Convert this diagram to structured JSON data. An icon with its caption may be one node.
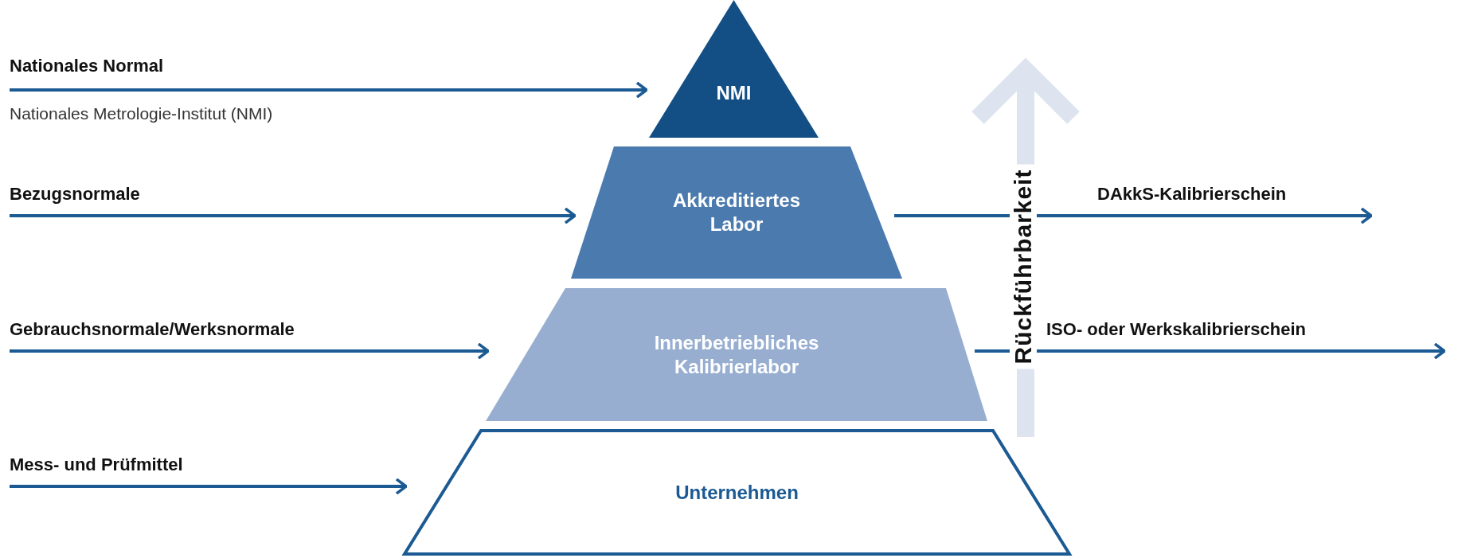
{
  "diagram": {
    "nodes": [
      {
        "text": [
          "Nationales Normal",
          "Nationales Metrologie-Institut (NMI)"
        ]
      },
      {
        "text": [
          "NMI"
        ]
      },
      {
        "text": [
          "Bezugsnormale"
        ]
      },
      {
        "text": [
          "Akkreditiertes Labor"
        ]
      },
      {
        "text": [
          "Gebrauchsnormale/Werksnormale"
        ]
      },
      {
        "text": [
          "Innerbetriebliches Kalibrierlabor"
        ]
      },
      {
        "text": [
          "Mess- und Prüfmittel"
        ]
      },
      {
        "text": [
          "Unternehmen"
        ]
      },
      {
        "text": [
          "DAkkS-Kalibrierschein"
        ]
      },
      {
        "text": [
          "ISO- oder Werkskalibrierschein"
        ]
      }
    ],
    "edges": [
      {
        "from": 0,
        "to": 1,
        "arrow": "to"
      },
      {
        "from": 2,
        "to": 3,
        "arrow": "to"
      },
      {
        "from": 4,
        "to": 5,
        "arrow": "to"
      },
      {
        "from": 6,
        "to": 7,
        "arrow": "to"
      },
      {
        "from": 3,
        "to": 8,
        "arrow": "to"
      },
      {
        "from": 5,
        "to": 9,
        "arrow": "to"
      }
    ],
    "labels": [
      "Rückführbarkeit"
    ]
  }
}
